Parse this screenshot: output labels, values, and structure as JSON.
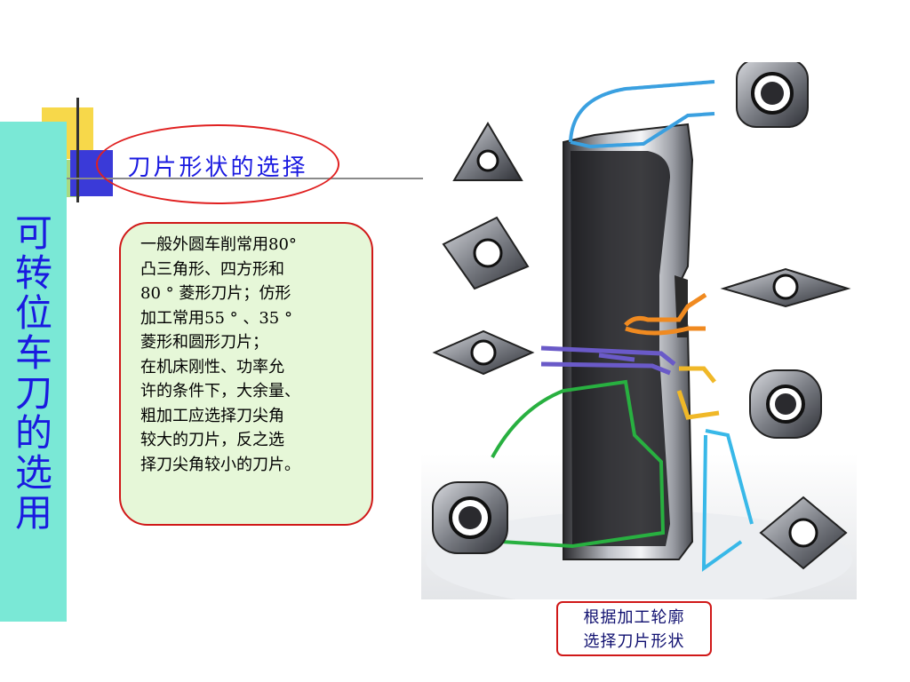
{
  "slide": {
    "side_title": [
      "可",
      "转",
      "位",
      "车",
      "刀",
      "的",
      "选",
      "用"
    ],
    "title": "刀片形状的选择",
    "info_lines": [
      "一般外圆车削常用80°",
      "凸三角形、四方形和",
      "80 ° 菱形刀片；仿形",
      "加工常用55 ° 、35 °",
      "菱形和圆形刀片；",
      "在机床刚性、功率允",
      "许的条件下，大余量、",
      "粗加工应选择刀尖角",
      "较大的刀片，反之选",
      "择刀尖角较小的刀片。"
    ],
    "caption_lines": [
      "根据加工轮廓",
      "选择刀片形状"
    ]
  },
  "colors": {
    "accent_blue": "#1a1ae0",
    "border_red": "#d01818",
    "side_bar": "#7ae8d6",
    "info_bg": "#e6f7d8"
  },
  "figure": {
    "inserts": [
      "round-insert-icon",
      "triangle-insert-icon",
      "rhombus-insert-icon",
      "square-insert-icon"
    ],
    "toolpaths": [
      "blue-toolpath",
      "orange-toolpath",
      "purple-toolpath",
      "yellow-toolpath",
      "green-toolpath",
      "cyan-toolpath"
    ]
  }
}
